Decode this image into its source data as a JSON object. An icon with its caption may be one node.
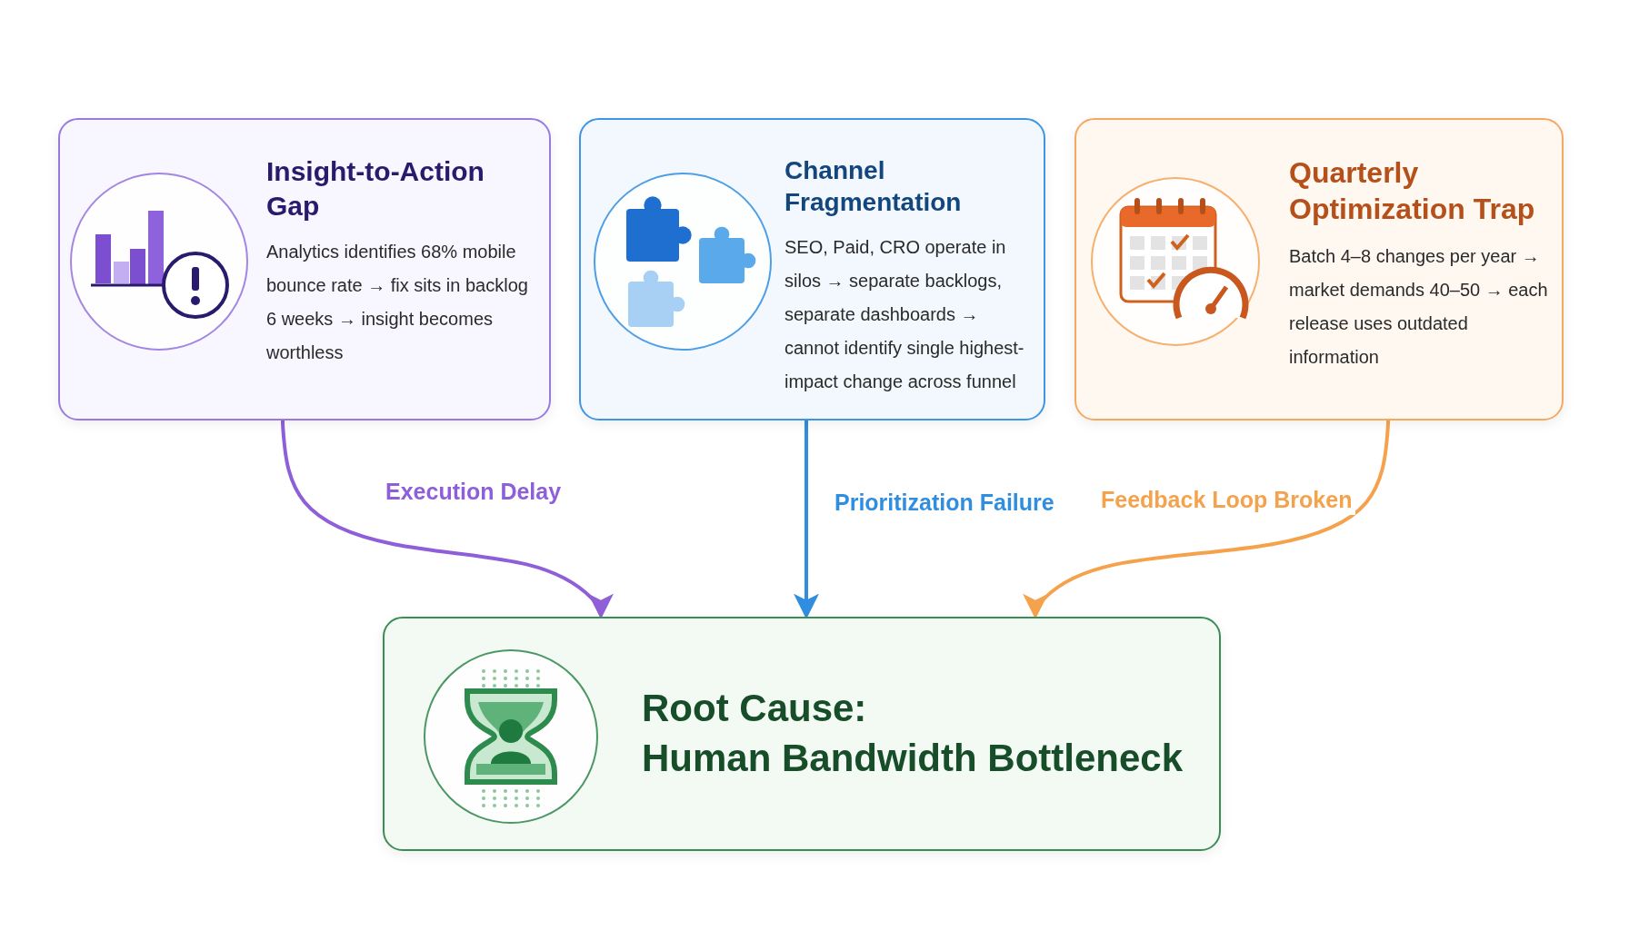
{
  "diagram": {
    "nodes": [
      {
        "text": [
          "Insight-to-Action Gap",
          "Analytics identifies 68% mobile bounce rate → fix sits in backlog 6 weeks → insight becomes worthless"
        ]
      },
      {
        "text": [
          "Channel Fragmentation",
          "SEO, Paid, CRO operate in silos → separate backlogs, separate dashboards → cannot identify single highest-impact change across funnel"
        ]
      },
      {
        "text": [
          "Quarterly Optimization Trap",
          "Batch 4–8 changes per year → market demands 40–50 → each release uses outdated information"
        ]
      },
      {
        "text": [
          "Root Cause:",
          "Human Bandwidth Bottleneck"
        ]
      }
    ],
    "edges": [
      {
        "from": 0,
        "to": 3,
        "arrow": "to",
        "label": "Execution Delay",
        "color": "#8e5fd9"
      },
      {
        "from": 1,
        "to": 3,
        "arrow": "to",
        "label": "Prioritization Failure",
        "color": "#2f8ee0"
      },
      {
        "from": 2,
        "to": 3,
        "arrow": "to",
        "label": "Feedback Loop Broken",
        "color": "#f5a24c"
      }
    ]
  }
}
